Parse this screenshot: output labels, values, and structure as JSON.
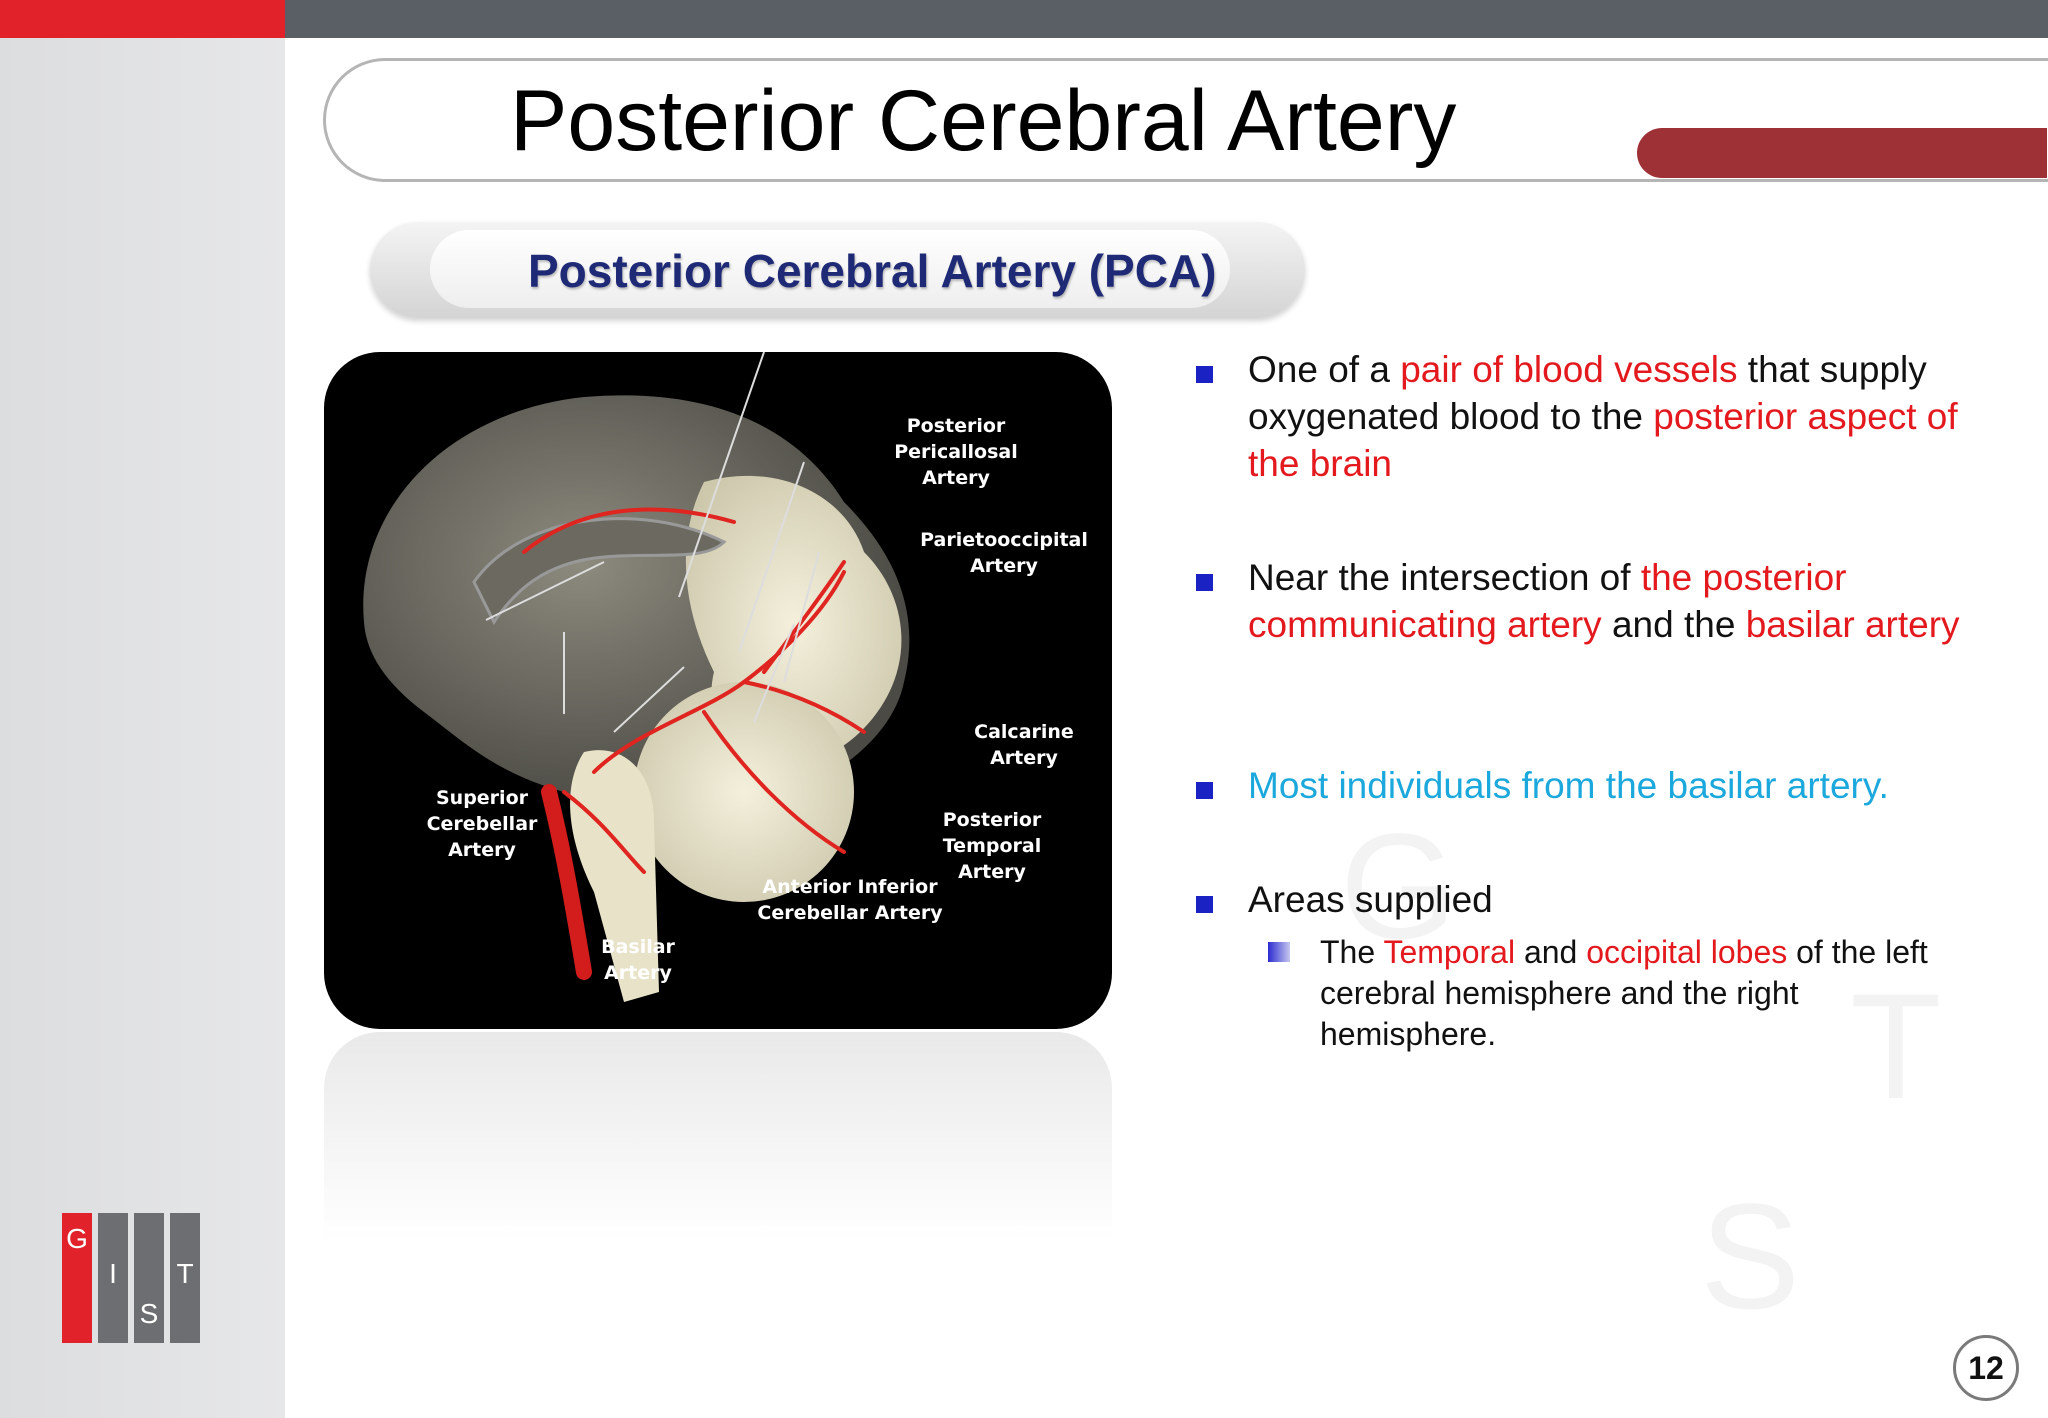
{
  "header": {
    "title": "Posterior Cerebral Artery"
  },
  "section": {
    "subtitle": "Posterior Cerebral Artery (PCA)"
  },
  "figure": {
    "labels": {
      "posterior_pericallosal": [
        "Posterior",
        "Pericallosal",
        "Artery"
      ],
      "parietooccipital": [
        "Parietooccipital",
        "Artery"
      ],
      "calcarine": [
        "Calcarine",
        "Artery"
      ],
      "posterior_temporal": [
        "Posterior",
        "Temporal",
        "Artery"
      ],
      "anterior_inferior_cerebellar": [
        "Anterior Inferior",
        "Cerebellar Artery"
      ],
      "superior_cerebellar": [
        "Superior",
        "Cerebellar",
        "Artery"
      ],
      "basilar": [
        "Basilar",
        "Artery"
      ]
    }
  },
  "bullets": [
    {
      "parts": [
        {
          "text": "One of a ",
          "style": "normal"
        },
        {
          "text": "pair of blood vessels",
          "style": "red"
        },
        {
          "text": " that supply oxygenated blood to the ",
          "style": "normal"
        },
        {
          "text": "posterior aspect of the brain",
          "style": "red"
        }
      ]
    },
    {
      "parts": [
        {
          "text": "Near the intersection of ",
          "style": "normal"
        },
        {
          "text": "the posterior communicating artery",
          "style": "red"
        },
        {
          "text": " and the ",
          "style": "normal"
        },
        {
          "text": "basilar artery",
          "style": "red"
        }
      ]
    },
    {
      "parts": [
        {
          "text": "Most individuals from the basilar artery.",
          "style": "cyan"
        }
      ]
    },
    {
      "parts": [
        {
          "text": "Areas supplied",
          "style": "normal"
        }
      ]
    }
  ],
  "sub_bullet": {
    "parts": [
      {
        "text": "The ",
        "style": "normal"
      },
      {
        "text": "Temporal",
        "style": "red"
      },
      {
        "text": " and ",
        "style": "normal"
      },
      {
        "text": "occipital lobes",
        "style": "red"
      },
      {
        "text": " of the left cerebral hemisphere and the right hemisphere.",
        "style": "normal"
      }
    ]
  },
  "logo": {
    "letters": [
      "G",
      "I",
      "S",
      "T"
    ]
  },
  "footer": {
    "page_number": "12"
  },
  "colors": {
    "accent_red": "#e3191e",
    "title_blue": "#1f2a77",
    "cyan": "#1ba8dc",
    "bullet_blue": "#1a22c4",
    "bar_gray": "#5a5f66"
  }
}
